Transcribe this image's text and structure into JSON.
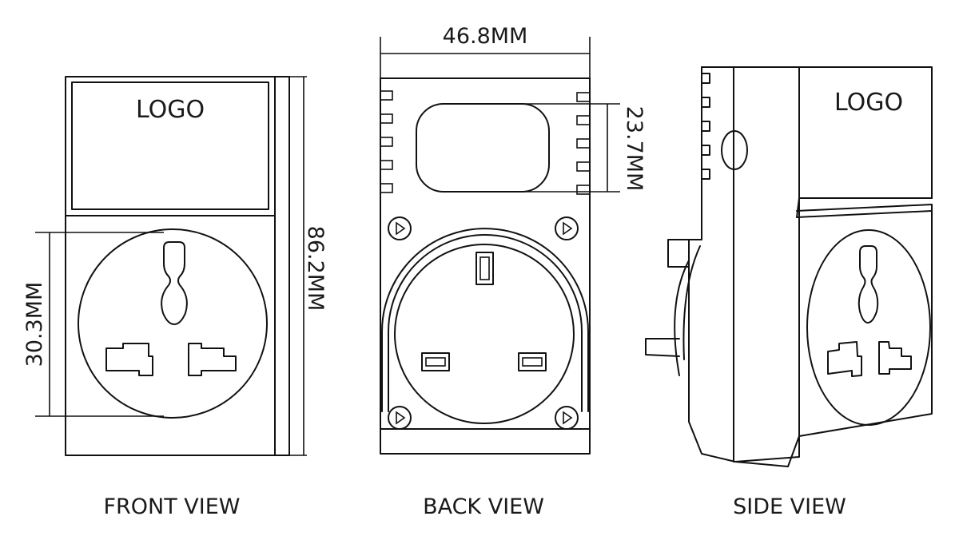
{
  "views": {
    "front": {
      "caption": "FRONT VIEW",
      "logo": "LOGO",
      "height_dim": "86.2MM",
      "socket_dim": "30.3MM"
    },
    "back": {
      "caption": "BACK VIEW",
      "width_dim": "46.8MM",
      "recess_dim": "23.7MM"
    },
    "side": {
      "caption": "SIDE VIEW",
      "logo": "LOGO"
    }
  }
}
